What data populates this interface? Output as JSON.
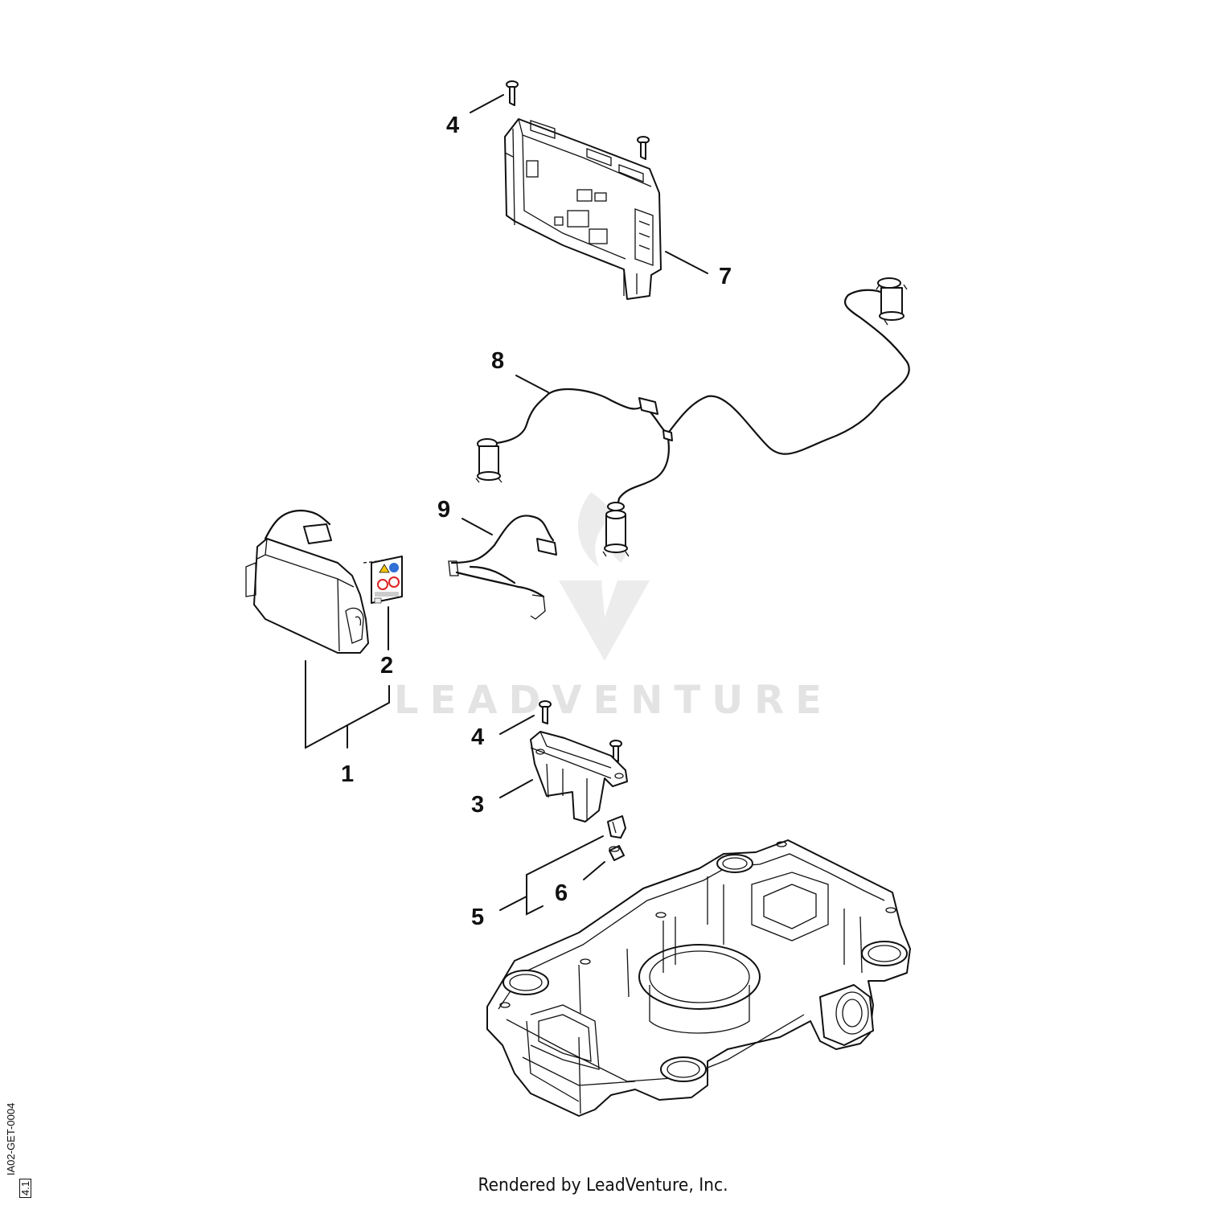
{
  "diagram": {
    "callouts": [
      {
        "id": "c4a",
        "label": "4"
      },
      {
        "id": "c7",
        "label": "7"
      },
      {
        "id": "c8",
        "label": "8"
      },
      {
        "id": "c9",
        "label": "9"
      },
      {
        "id": "c2",
        "label": "2"
      },
      {
        "id": "c1",
        "label": "1"
      },
      {
        "id": "c4b",
        "label": "4"
      },
      {
        "id": "c3",
        "label": "3"
      },
      {
        "id": "c6",
        "label": "6"
      },
      {
        "id": "c5",
        "label": "5"
      }
    ],
    "watermark": {
      "text": "LEADVENTURE"
    },
    "footer": {
      "text": "Rendered by LeadVenture, Inc."
    },
    "side_code": {
      "text": "IA02-GET-0004",
      "sheet": "4.1"
    }
  }
}
